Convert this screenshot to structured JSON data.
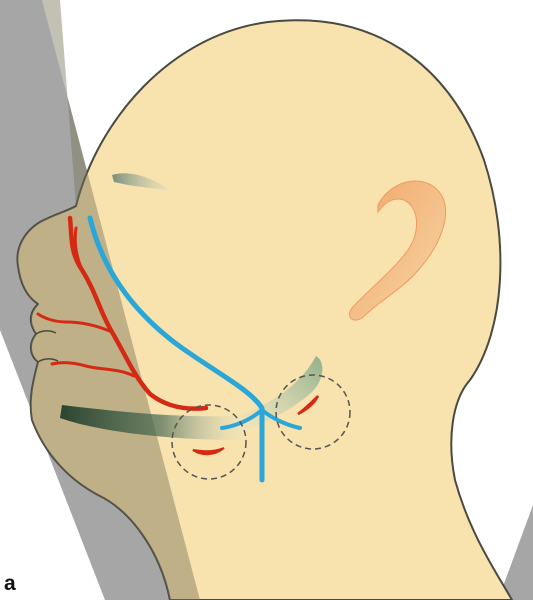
{
  "figure": {
    "panel_label": "a",
    "colors": {
      "background": "#ffffff",
      "shade_band": "#a6a6a6",
      "skin": "#f8e2ad",
      "outline": "#4a4a42",
      "ear": "#f3b27a",
      "artery": "#d42a14",
      "vein": "#2aa7d8",
      "gland_marker": "#d42a14",
      "gland_circle": "#555555",
      "mandible_shadow": "#2f4d38"
    },
    "structures": [
      {
        "name": "head-outline"
      },
      {
        "name": "ear"
      },
      {
        "name": "eyebrow"
      },
      {
        "name": "facial-artery",
        "color_key": "artery"
      },
      {
        "name": "facial-vein",
        "color_key": "vein"
      },
      {
        "name": "submandibular-region-circle-1"
      },
      {
        "name": "submandibular-region-circle-2"
      }
    ]
  }
}
